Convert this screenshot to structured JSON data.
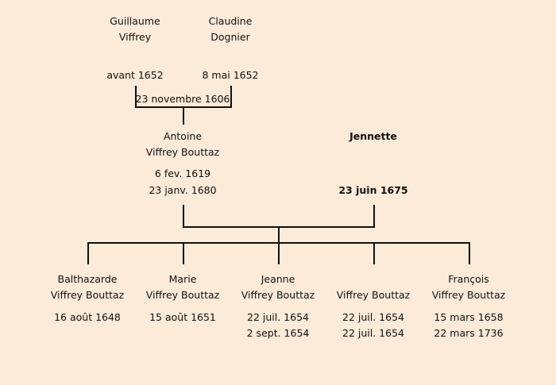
{
  "parents": [
    {
      "first": "Guillaume",
      "last": "Viffrey",
      "date": "avant 1652"
    },
    {
      "first": "Claudine",
      "last": "Dognier",
      "date": "8 mai 1652"
    }
  ],
  "parents_marriage": "23 novembre 1606",
  "antoine": {
    "first": "Antoine",
    "last": "Viffrey Bouttaz",
    "birth": "6 fev. 1619",
    "death": "23 janv. 1680"
  },
  "spouse": {
    "first": "Jennette",
    "date": "23 juin 1675"
  },
  "children": [
    {
      "first": "Balthazarde",
      "last": "Viffrey Bouttaz",
      "birth": "16 août 1648",
      "death": ""
    },
    {
      "first": "Marie",
      "last": "Viffrey Bouttaz",
      "birth": "15 août 1651",
      "death": ""
    },
    {
      "first": "Jeanne",
      "last": "Viffrey Bouttaz",
      "birth": "22 juil. 1654",
      "death": "2 sept. 1654"
    },
    {
      "first": "",
      "last": "Viffrey Bouttaz",
      "birth": "22 juil. 1654",
      "death": "22 juil. 1654"
    },
    {
      "first": "François",
      "last": "Viffrey Bouttaz",
      "birth": "15 mars 1658",
      "death": "22 mars 1736"
    }
  ]
}
